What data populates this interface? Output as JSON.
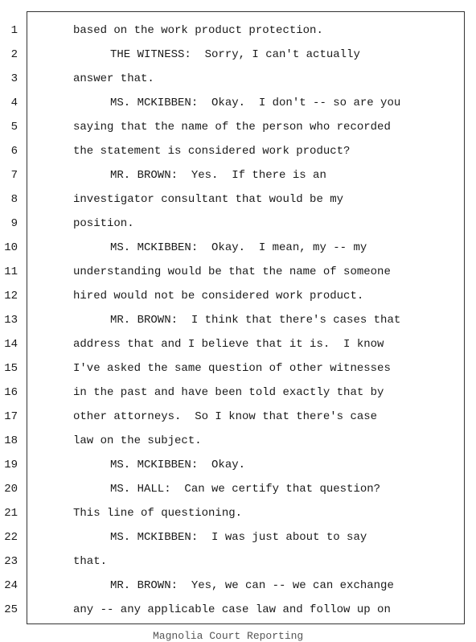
{
  "lines": [
    {
      "num": "1",
      "text": "based on the work product protection.",
      "indent": false
    },
    {
      "num": "2",
      "text": "THE WITNESS:  Sorry, I can't actually",
      "indent": true
    },
    {
      "num": "3",
      "text": "answer that.",
      "indent": false
    },
    {
      "num": "4",
      "text": "MS. MCKIBBEN:  Okay.  I don't -- so are you",
      "indent": true
    },
    {
      "num": "5",
      "text": "saying that the name of the person who recorded",
      "indent": false
    },
    {
      "num": "6",
      "text": "the statement is considered work product?",
      "indent": false
    },
    {
      "num": "7",
      "text": "MR. BROWN:  Yes.  If there is an",
      "indent": true
    },
    {
      "num": "8",
      "text": "investigator consultant that would be my",
      "indent": false
    },
    {
      "num": "9",
      "text": "position.",
      "indent": false
    },
    {
      "num": "10",
      "text": "MS. MCKIBBEN:  Okay.  I mean, my -- my",
      "indent": true
    },
    {
      "num": "11",
      "text": "understanding would be that the name of someone",
      "indent": false
    },
    {
      "num": "12",
      "text": "hired would not be considered work product.",
      "indent": false
    },
    {
      "num": "13",
      "text": "MR. BROWN:  I think that there's cases that",
      "indent": true
    },
    {
      "num": "14",
      "text": "address that and I believe that it is.  I know",
      "indent": false
    },
    {
      "num": "15",
      "text": "I've asked the same question of other witnesses",
      "indent": false
    },
    {
      "num": "16",
      "text": "in the past and have been told exactly that by",
      "indent": false
    },
    {
      "num": "17",
      "text": "other attorneys.  So I know that there's case",
      "indent": false
    },
    {
      "num": "18",
      "text": "law on the subject.",
      "indent": false
    },
    {
      "num": "19",
      "text": "MS. MCKIBBEN:  Okay.",
      "indent": true
    },
    {
      "num": "20",
      "text": "MS. HALL:  Can we certify that question?",
      "indent": true
    },
    {
      "num": "21",
      "text": "This line of questioning.",
      "indent": false
    },
    {
      "num": "22",
      "text": "MS. MCKIBBEN:  I was just about to say",
      "indent": true
    },
    {
      "num": "23",
      "text": "that.",
      "indent": false
    },
    {
      "num": "24",
      "text": "MR. BROWN:  Yes, we can -- we can exchange",
      "indent": true
    },
    {
      "num": "25",
      "text": "any -- any applicable case law and follow up on",
      "indent": false
    }
  ],
  "footer": "Magnolia Court Reporting"
}
